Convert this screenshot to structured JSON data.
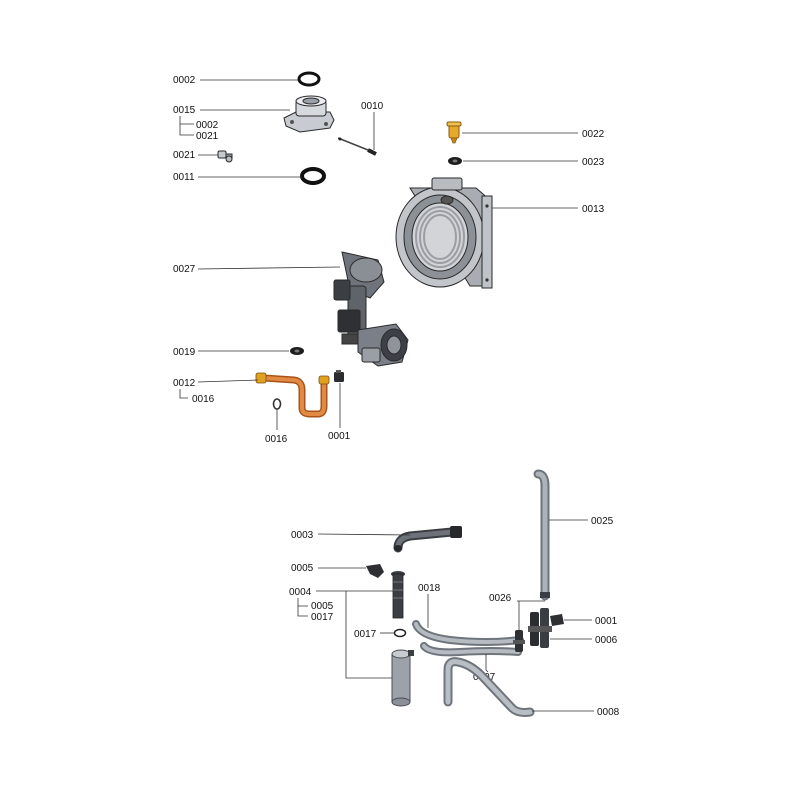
{
  "diagram": {
    "type": "exploded-parts-diagram",
    "labels": {
      "l0002a": "0002",
      "l0015": "0015",
      "l0015_sub1": "0002",
      "l0015_sub2": "0021",
      "l0021": "0021",
      "l0011": "0011",
      "l0010": "0010",
      "l0022": "0022",
      "l0023": "0023",
      "l0013": "0013",
      "l0027": "0027",
      "l0019": "0019",
      "l0012": "0012",
      "l0012_sub": "0016",
      "l0016": "0016",
      "l0001a": "0001",
      "l0003": "0003",
      "l0025": "0025",
      "l0005": "0005",
      "l0004": "0004",
      "l0004_sub1": "0005",
      "l0004_sub2": "0017",
      "l0018": "0018",
      "l0026": "0026",
      "l0001b": "0001",
      "l0017": "0017",
      "l0006": "0006",
      "l0007": "0007",
      "l0008": "0008"
    },
    "colors": {
      "metal": "#b8bcc2",
      "metal_dark": "#6e737b",
      "copper": "#d2742c",
      "brass": "#e0a020",
      "black": "#1d1d1d",
      "pipe_gray": "#a7adb6"
    }
  }
}
